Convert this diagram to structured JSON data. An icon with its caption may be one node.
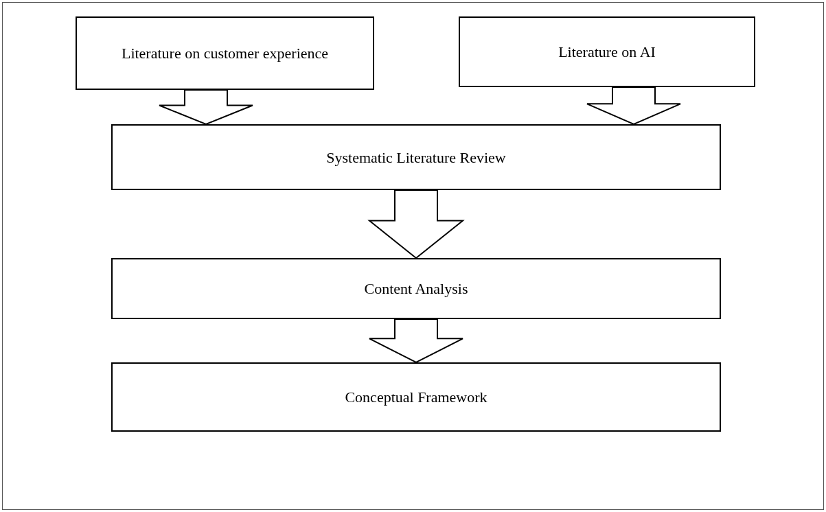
{
  "diagram": {
    "nodes": [
      {
        "text": [
          "Literature on customer experience"
        ]
      },
      {
        "text": [
          "Literature on AI"
        ]
      },
      {
        "text": [
          "Systematic Literature Review"
        ]
      },
      {
        "text": [
          "Content Analysis"
        ]
      },
      {
        "text": [
          "Conceptual Framework"
        ]
      }
    ],
    "edges": [
      {
        "from": 0,
        "to": 2,
        "arrow": "to"
      },
      {
        "from": 1,
        "to": 2,
        "arrow": "to"
      },
      {
        "from": 2,
        "to": 3,
        "arrow": "to"
      },
      {
        "from": 3,
        "to": 4,
        "arrow": "to"
      }
    ]
  }
}
